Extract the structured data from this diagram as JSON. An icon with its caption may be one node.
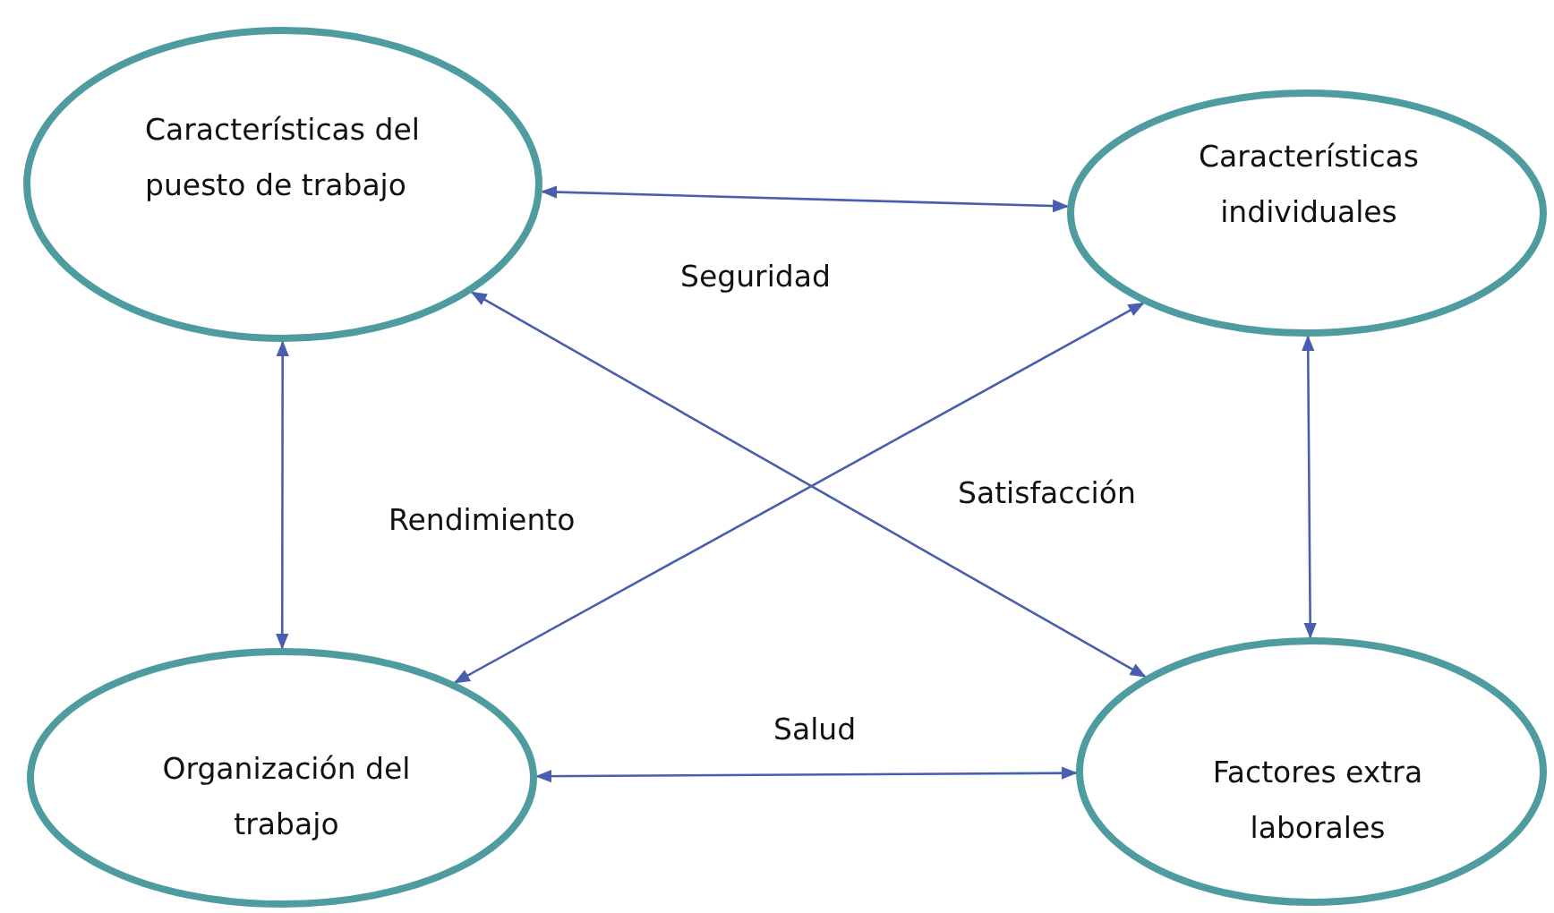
{
  "diagram": {
    "nodes": [
      {
        "text": [
          "Características del puesto de trabajo"
        ]
      },
      {
        "text": [
          "Características individuales"
        ]
      },
      {
        "text": [
          "Organización del trabajo"
        ]
      },
      {
        "text": [
          "Factores extra laborales"
        ]
      }
    ],
    "edges": [
      {
        "from": 0,
        "to": 1,
        "arrow": "both"
      },
      {
        "from": 0,
        "to": 2,
        "arrow": "both"
      },
      {
        "from": 1,
        "to": 3,
        "arrow": "both"
      },
      {
        "from": 2,
        "to": 3,
        "arrow": "both"
      },
      {
        "from": 0,
        "to": 3,
        "arrow": "both"
      },
      {
        "from": 1,
        "to": 2,
        "arrow": "both"
      }
    ],
    "labels": [
      "Seguridad",
      "Rendimiento",
      "Satisfacción",
      "Salud"
    ]
  }
}
